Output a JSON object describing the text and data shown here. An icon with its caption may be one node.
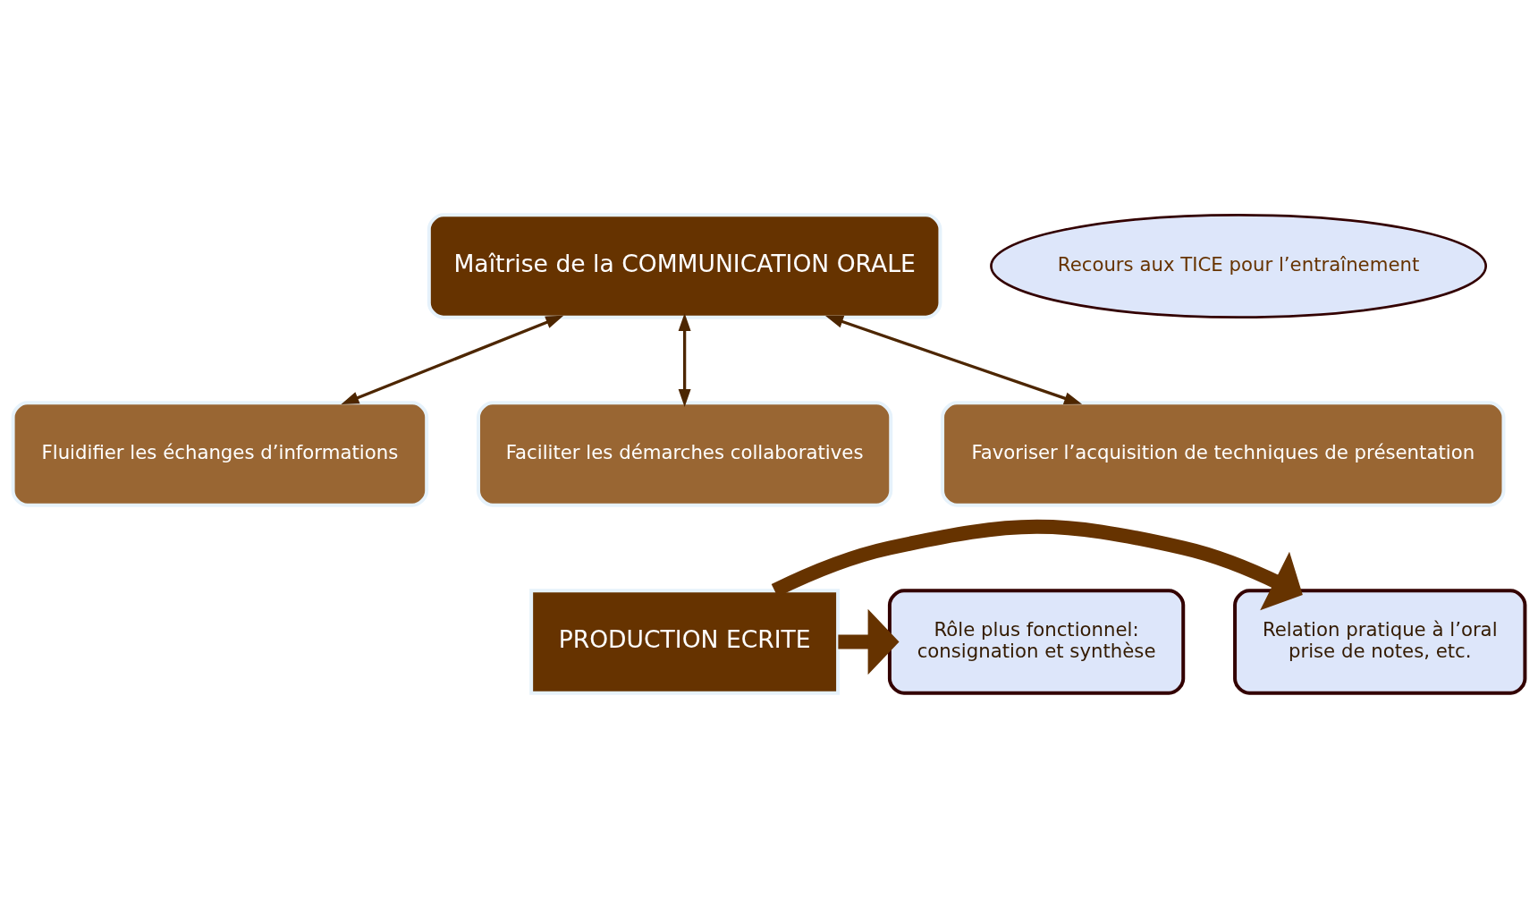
{
  "diagram": {
    "nodes": [
      {
        "text": [
          "Maîtrise de la COMMUNICATION ORALE"
        ]
      },
      {
        "text": [
          "Fluidifier les échanges d’informations"
        ]
      },
      {
        "text": [
          "Faciliter les démarches collaboratives"
        ]
      },
      {
        "text": [
          "Favoriser l’acquisition de techniques de présentation"
        ]
      },
      {
        "text": [
          "Recours aux TICE pour l’entraînement"
        ]
      },
      {
        "text": [
          "Relation pratique à l’oral",
          "prise de notes, etc."
        ]
      },
      {
        "text": [
          "PRODUCTION ECRITE"
        ]
      },
      {
        "text": [
          "Rôle plus fonctionnel:",
          "consignation et synthèse"
        ]
      }
    ],
    "edges": [
      {
        "from": 0,
        "to": 1,
        "arrow": "both"
      },
      {
        "from": 0,
        "to": 2,
        "arrow": "both"
      },
      {
        "from": 0,
        "to": 3,
        "arrow": "both"
      },
      {
        "from": 6,
        "to": 5,
        "arrow": "to",
        "style": "thick",
        "color": "#663300"
      },
      {
        "from": 6,
        "to": 7,
        "arrow": "to",
        "style": "thick",
        "color": "#663300"
      }
    ]
  }
}
